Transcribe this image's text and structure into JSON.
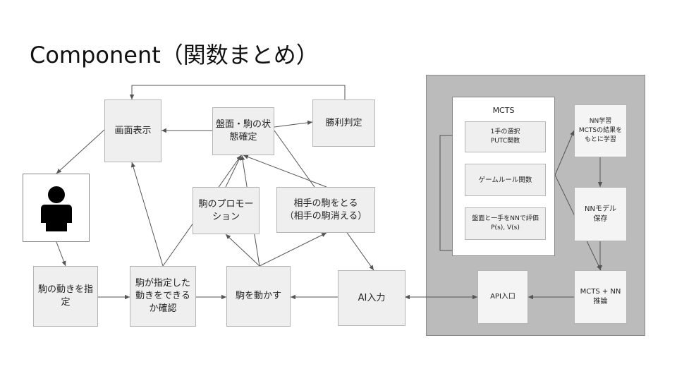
{
  "title": "Component（関数まとめ）",
  "colors": {
    "region": "#bbbbbb",
    "box": "#efefef",
    "line": "#555555",
    "text": "#222222"
  },
  "nodes": {
    "screen_display": "画面表示",
    "board_state": "盤面・駒の状\n態確定",
    "win_judge": "勝利判定",
    "user_icon": "person-icon",
    "piece_move_specify": "駒の動きを指\n定",
    "move_check": "駒が指定した\n動きをできる\nか確認",
    "move_piece": "駒を動かす",
    "promotion": "駒のプロモー\nション",
    "capture": "相手の駒をとる\n（相手の駒消える）",
    "ai_input": "AI入力",
    "mcts_title": "MCTS",
    "select_move": "1手の選択\nPUTC関数",
    "game_rules": "ゲームルール関数",
    "nn_eval": "盤面と一手をNNで評価\nP(s), V(s)",
    "nn_learning": "NN学習\nMCTSの結果を\nもとに学習",
    "nn_model": "NNモデル\n保存",
    "mcts_nn": "MCTS + NN\n推論",
    "api_entry": "API入口"
  }
}
